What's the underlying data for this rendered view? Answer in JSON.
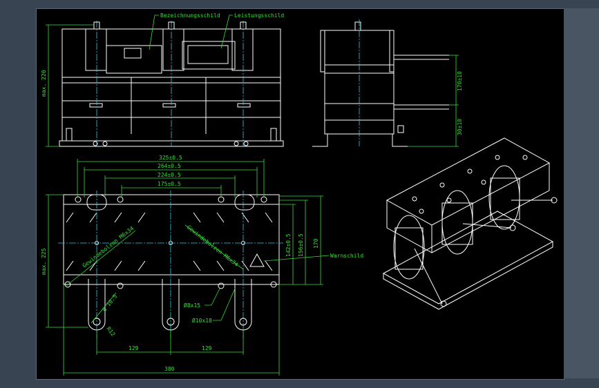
{
  "labels": {
    "nameplate": "Bezeichnungsschild",
    "rating_plate": "Leistungsschild",
    "warning_sign": "Warnschild",
    "threaded_bolt_1": "Gewindebolzen M6x34",
    "threaded_bolt_2": "Gewindebolzen M6x34"
  },
  "dimensions": {
    "max_height": "max. 220",
    "max_width": "max. 225",
    "d325": "325±0.5",
    "d264": "264±0.5",
    "d224": "224±0.5",
    "d175": "175±0.5",
    "d142": "142±0.5",
    "d156": "156±0.5",
    "d170": "170",
    "d170h": "170±10",
    "d30": "30±10",
    "hole_8x15": "Ø8x15",
    "hole_10x18": "Ø10x18",
    "d10_5": "Ø 10.5",
    "r12": "R12",
    "d129a": "129",
    "d129b": "129",
    "d380": "380"
  },
  "colors": {
    "background": "#000000",
    "frame": "#384452",
    "outline": "#ffffff",
    "dimension": "#33e033",
    "centerline": "#33c8e8"
  }
}
